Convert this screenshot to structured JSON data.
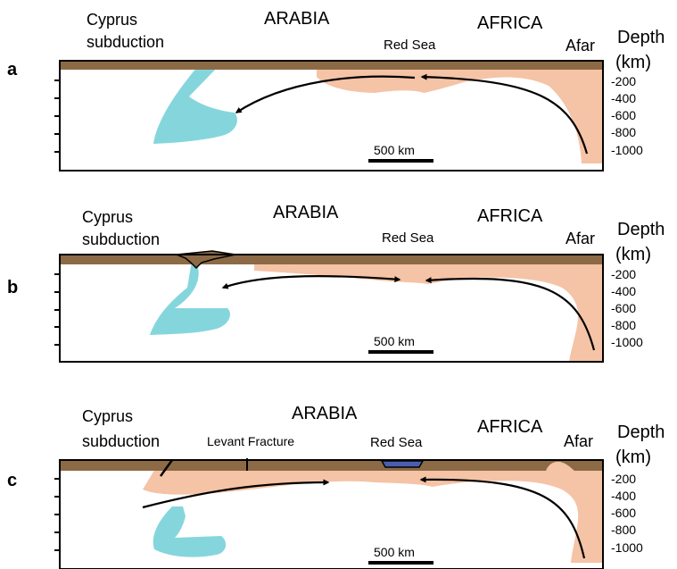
{
  "panels": [
    {
      "letter": "a",
      "labels": {
        "cyprus": "Cyprus",
        "subduction": "subduction",
        "arabia": "ARABIA",
        "africa": "AFRICA",
        "red_sea": "Red Sea",
        "afar": "Afar",
        "depth": "Depth",
        "km": "(km)"
      },
      "depth_ticks": [
        "-200",
        "-400",
        "-600",
        "-800",
        "-1000"
      ],
      "scale_bar": "500 km"
    },
    {
      "letter": "b",
      "labels": {
        "cyprus": "Cyprus",
        "subduction": "subduction",
        "arabia": "ARABIA",
        "africa": "AFRICA",
        "red_sea": "Red Sea",
        "afar": "Afar",
        "depth": "Depth",
        "km": "(km)"
      },
      "depth_ticks": [
        "-200",
        "-400",
        "-600",
        "-800",
        "-1000"
      ],
      "scale_bar": "500 km"
    },
    {
      "letter": "c",
      "labels": {
        "cyprus": "Cyprus",
        "subduction": "subduction",
        "arabia": "ARABIA",
        "africa": "AFRICA",
        "red_sea": "Red Sea",
        "afar": "Afar",
        "depth": "Depth",
        "km": "(km)",
        "levant": "Levant Fracture"
      },
      "depth_ticks": [
        "-200",
        "-400",
        "-600",
        "-800",
        "-1000"
      ],
      "scale_bar": "500 km"
    }
  ],
  "colors": {
    "crust": "#8b6a45",
    "mantle_plume": "#f5c3a6",
    "slab": "#85d6dc",
    "red_sea_basin": "#4a5eb0",
    "outline": "#000000"
  }
}
